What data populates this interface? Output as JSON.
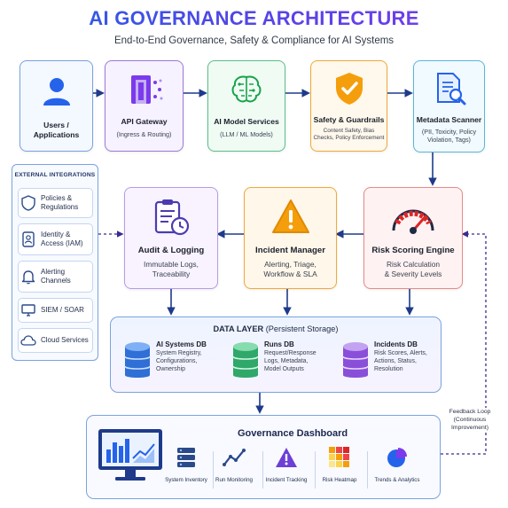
{
  "header": {
    "title": "AI GOVERNANCE ARCHITECTURE",
    "subtitle": "End-to-End Governance, Safety & Compliance for AI Systems"
  },
  "top_row": [
    {
      "label": "Users /\nApplications",
      "sub": "",
      "icon": "user-icon"
    },
    {
      "label": "API Gateway",
      "sub": "(Ingress & Routing)",
      "icon": "gateway-icon"
    },
    {
      "label": "AI Model Services",
      "sub": "(LLM / ML Models)",
      "icon": "brain-icon"
    },
    {
      "label": "Safety & Guardrails",
      "sub": "Content Safety, Bias\nChecks, Policy Enforcement",
      "icon": "shield-check-icon"
    },
    {
      "label": "Metadata Scanner",
      "sub": "(PII, Toxicity, Policy\nViolation, Tags)",
      "icon": "document-search-icon"
    }
  ],
  "middle_row": [
    {
      "label": "Audit & Logging",
      "sub": "Immutable Logs,\nTraceability",
      "icon": "clipboard-clock-icon"
    },
    {
      "label": "Incident Manager",
      "sub": "Alerting, Triage,\nWorkflow & SLA",
      "icon": "warning-icon"
    },
    {
      "label": "Risk Scoring Engine",
      "sub": "Risk Calculation\n& Severity Levels",
      "icon": "gauge-icon"
    }
  ],
  "external": {
    "title": "EXTERNAL INTEGRATIONS",
    "items": [
      {
        "label": "Policies &\nRegulations",
        "icon": "shield-icon"
      },
      {
        "label": "Identity &\nAccess (IAM)",
        "icon": "id-card-icon"
      },
      {
        "label": "Alerting\nChannels",
        "icon": "bell-icon"
      },
      {
        "label": "SIEM / SOAR",
        "icon": "monitor-icon"
      },
      {
        "label": "Cloud Services",
        "icon": "cloud-icon"
      }
    ]
  },
  "data_layer": {
    "title_bold": "DATA LAYER",
    "title_rest": " (Persistent Storage)",
    "dbs": [
      {
        "name": "AI Systems DB",
        "desc": "System Registry,\nConfigurations,\nOwnership",
        "color": "#2f6fd6"
      },
      {
        "name": "Runs DB",
        "desc": "Request/Response\nLogs, Metadata,\nModel Outputs",
        "color": "#2fa86a"
      },
      {
        "name": "Incidents DB",
        "desc": "Risk Scores, Alerts,\nActions, Status,\nResolution",
        "color": "#8a4fd8"
      }
    ]
  },
  "dashboard": {
    "title": "Governance Dashboard",
    "tiles": [
      {
        "label": "System Inventory",
        "icon": "server-icon"
      },
      {
        "label": "Run Monitoring",
        "icon": "line-chart-icon"
      },
      {
        "label": "Incident Tracking",
        "icon": "alert-triangle-icon"
      },
      {
        "label": "Risk Heatmap",
        "icon": "heatmap-icon"
      },
      {
        "label": "Trends & Analytics",
        "icon": "pie-chart-icon"
      }
    ]
  },
  "feedback": {
    "label": "Feedback Loop\n(Continuous\nImprovement)"
  }
}
